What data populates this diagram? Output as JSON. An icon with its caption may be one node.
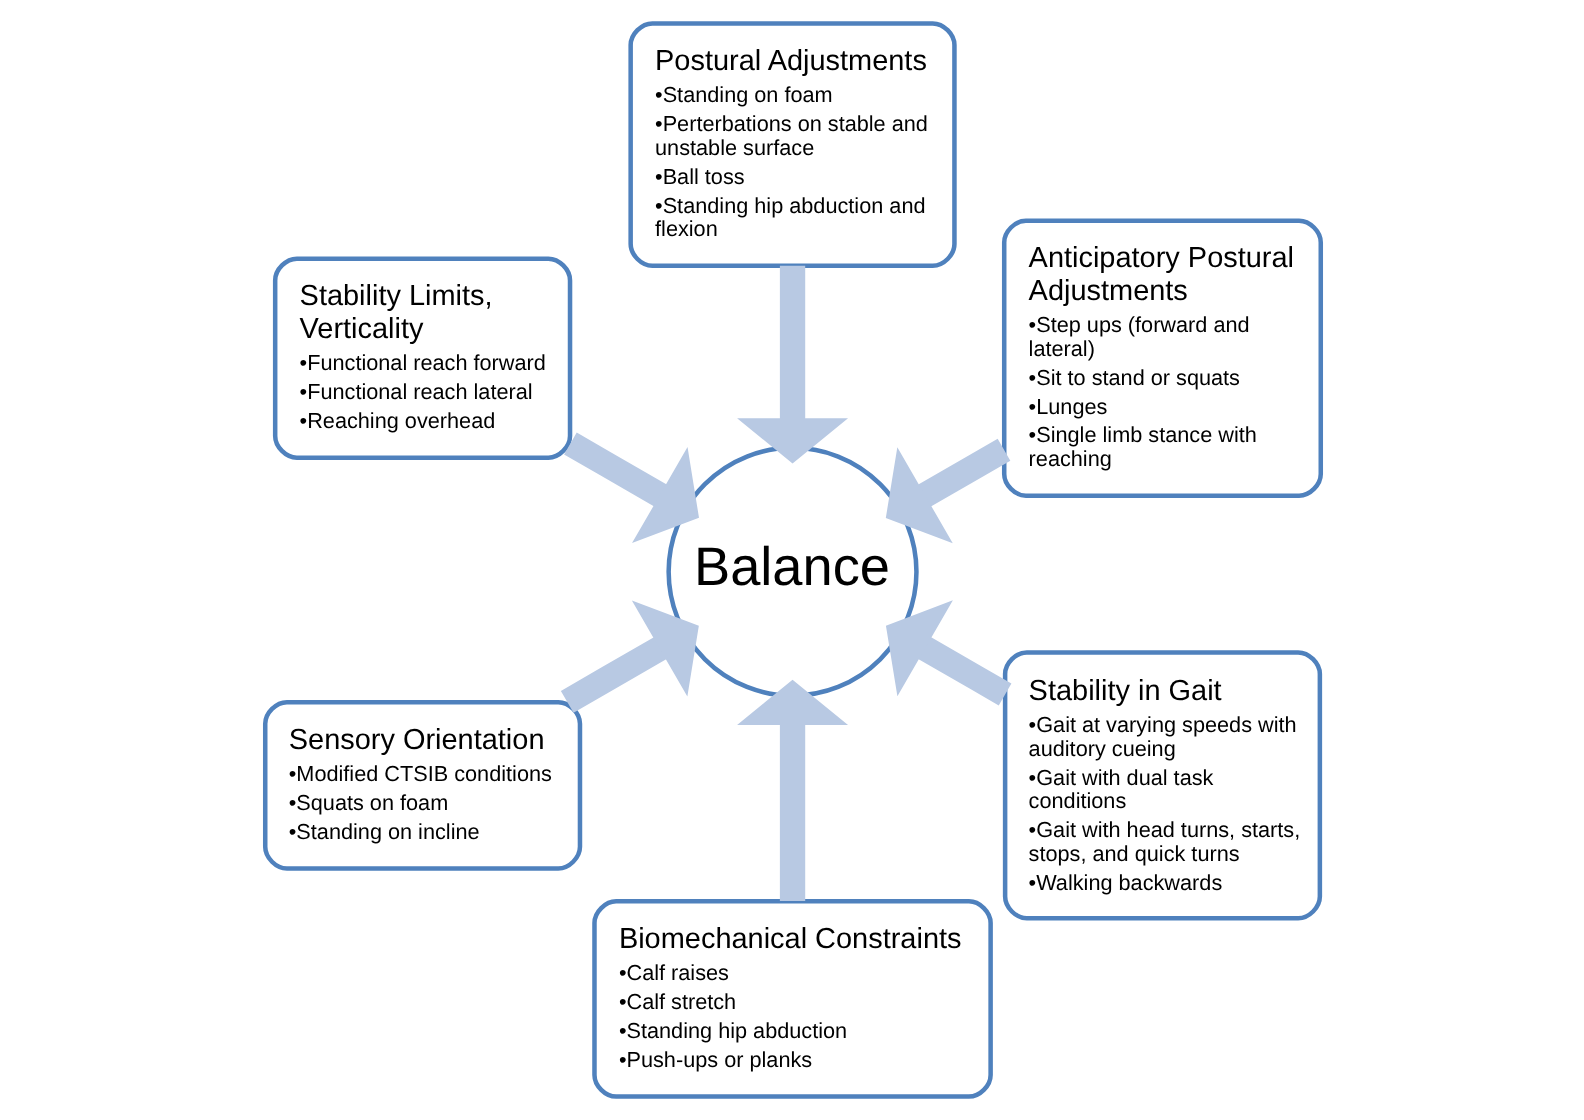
{
  "diagram": {
    "nodes": [
      {
        "text": [
          "Anticipatory Postural Adjustments",
          "•Step ups (forward and lateral)",
          "•Sit to stand or squats",
          "•Lunges",
          "•Single limb stance with reaching"
        ]
      },
      {
        "text": [
          "Postural Adjustments",
          "•Standing on foam",
          "•Perterbations on stable and unstable surface",
          "•Ball toss",
          "•Standing hip abduction and flexion"
        ]
      },
      {
        "text": [
          "Stability Limits, Verticality",
          "•Functional reach forward",
          "•Functional reach lateral",
          "•Reaching overhead"
        ]
      },
      {
        "text": [
          "Sensory Orientation",
          "•Modified CTSIB conditions",
          "•Squats on foam",
          "•Standing on incline"
        ]
      },
      {
        "text": [
          "Biomechanical Constraints",
          "•Calf raises",
          "•Calf stretch",
          "•Standing hip abduction",
          "•Push-ups or planks"
        ]
      },
      {
        "text": [
          "Balance"
        ]
      },
      {
        "text": [
          "Stability in Gait",
          "•Gait at varying speeds with auditory cueing",
          "•Gait with dual task conditions",
          "•Gait with head turns, starts, stops, and quick turns",
          "•Walking backwards"
        ]
      }
    ],
    "edges": [
      {
        "from": 0,
        "to": 5,
        "arrow": "to"
      },
      {
        "from": 1,
        "to": 5,
        "arrow": "to"
      },
      {
        "from": 2,
        "to": 5,
        "arrow": "to"
      },
      {
        "from": 3,
        "to": 5,
        "arrow": "to"
      },
      {
        "from": 4,
        "to": 5,
        "arrow": "to"
      },
      {
        "from": 6,
        "to": 5,
        "arrow": "to"
      }
    ]
  }
}
